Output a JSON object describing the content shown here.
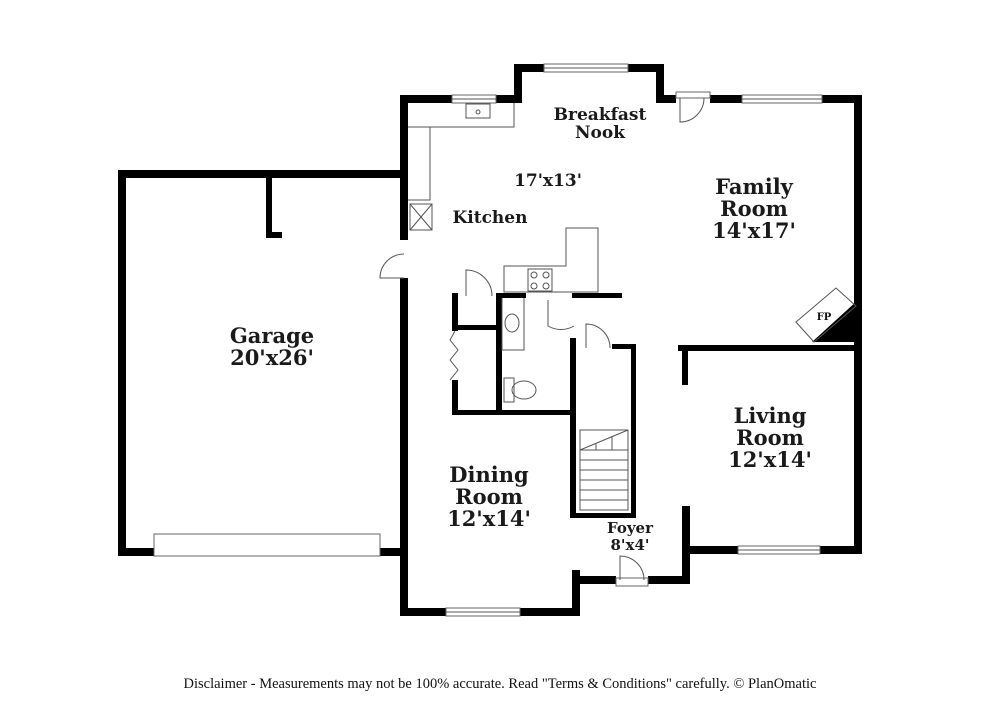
{
  "rooms": {
    "breakfast_nook": {
      "line1": "Breakfast",
      "line2": "Nook"
    },
    "kitchen": {
      "name": "Kitchen",
      "dims": "17'x13'"
    },
    "family_room": {
      "line1": "Family",
      "line2": "Room",
      "dims": "14'x17'"
    },
    "garage": {
      "name": "Garage",
      "dims": "20'x26'"
    },
    "living_room": {
      "line1": "Living",
      "line2": "Room",
      "dims": "12'x14'"
    },
    "dining_room": {
      "line1": "Dining",
      "line2": "Room",
      "dims": "12'x14'"
    },
    "foyer": {
      "name": "Foyer",
      "dims": "8'x4'"
    }
  },
  "fireplace_label": "FP",
  "disclaimer": "Disclaimer - Measurements may not be 100% accurate. Read \"Terms & Conditions\" carefully. © PlanOmatic"
}
